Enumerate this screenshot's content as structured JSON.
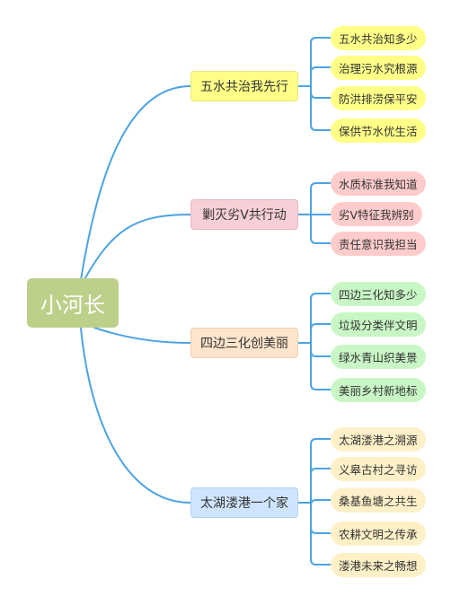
{
  "colors": {
    "line": "#4ba3e3",
    "root": "#bdd08a",
    "branch_fills": [
      "#ffff88",
      "#f8cfd6",
      "#ffe4cc",
      "#cfe5ff"
    ],
    "branch_borders": [
      "#e5e57a",
      "#e6b6bf",
      "#f0cdb0",
      "#b6d2f0"
    ],
    "leaf_fills": [
      "#ffff88",
      "#ffcccc",
      "#c8f7c5",
      "#fff0c8"
    ]
  },
  "root": {
    "label": "小河长"
  },
  "branches": [
    {
      "label": "五水共治我先行",
      "children": [
        "五水共治知多少",
        "治理污水究根源",
        "防洪排涝保平安",
        "保供节水优生活"
      ]
    },
    {
      "label": "剿灭劣V共行动",
      "children": [
        "水质标准我知道",
        "劣V特征我辨别",
        "责任意识我担当"
      ]
    },
    {
      "label": "四边三化创美丽",
      "children": [
        "四边三化知多少",
        "垃圾分类伴文明",
        "绿水青山织美景",
        "美丽乡村新地标"
      ]
    },
    {
      "label": "太湖溇港一个家",
      "children": [
        "太湖溇港之溯源",
        "义皋古村之寻访",
        "桑基鱼塘之共生",
        "农耕文明之传承",
        "溇港未来之畅想"
      ]
    }
  ]
}
